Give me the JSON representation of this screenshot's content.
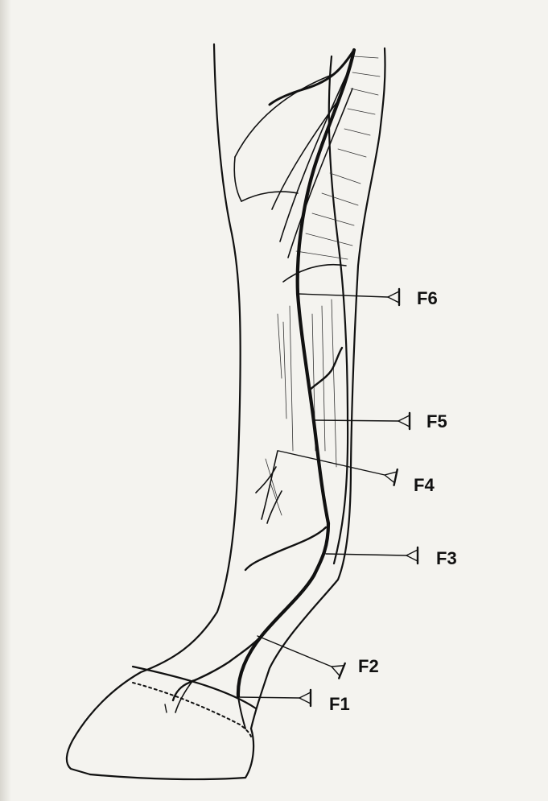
{
  "figure": {
    "colors": {
      "ink": "#111111",
      "paper": "#f4f3ef"
    },
    "markers": [
      {
        "id": "F6",
        "label": "F6"
      },
      {
        "id": "F5",
        "label": "F5"
      },
      {
        "id": "F4",
        "label": "F4"
      },
      {
        "id": "F3",
        "label": "F3"
      },
      {
        "id": "F2",
        "label": "F2"
      },
      {
        "id": "F1",
        "label": "F1"
      }
    ],
    "icons": {
      "needle": "needle-icon"
    }
  }
}
